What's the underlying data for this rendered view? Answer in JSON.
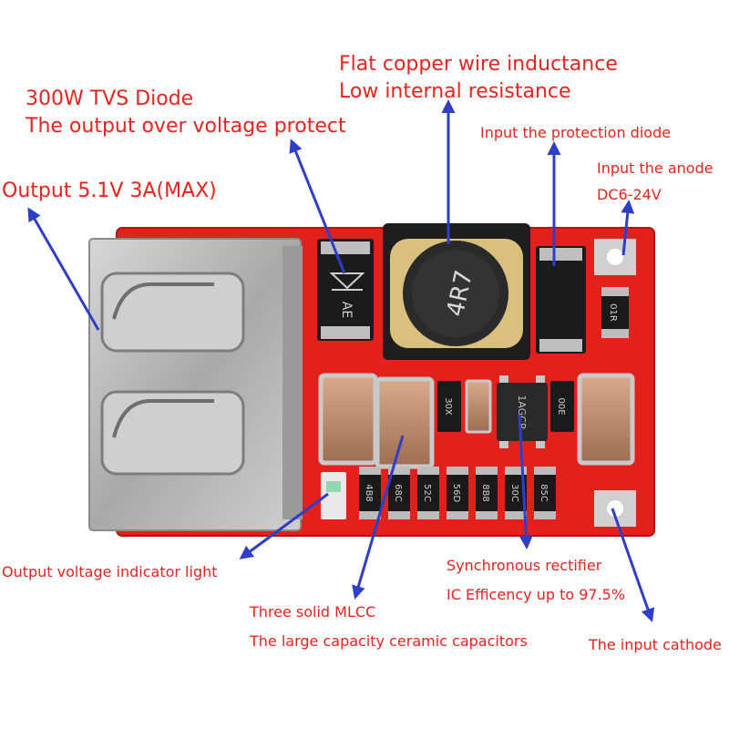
{
  "colors": {
    "annotation_text": "#e8221d",
    "arrow": "#2f3ec9",
    "pcb": "#e3211c",
    "usb_metal": "#b9b9b9",
    "capacitor": "#b8876a",
    "chip": "#2a2a2a"
  },
  "annotations": {
    "tvs_line1": "300W TVS Diode",
    "tvs_line2": "The output over voltage protect",
    "output": "Output 5.1V 3A(MAX)",
    "inductor_line1": "Flat copper wire inductance",
    "inductor_line2": "Low internal resistance",
    "input_protection": "Input the protection diode",
    "input_anode_line1": "Input the anode",
    "input_anode_line2": "DC6-24V",
    "indicator_light": "Output voltage indicator light",
    "mlcc_line1": "Three solid MLCC",
    "mlcc_line2": "The large capacity ceramic capacitors",
    "rectifier_line1": "Synchronous rectifier",
    "rectifier_line2": "IC Efficency up to 97.5%",
    "input_cathode": "The input cathode"
  },
  "component_markings": {
    "inductor": "4R7",
    "tvs_diode": "AE",
    "ic_chip": "1AGCP",
    "chip_left": "30X",
    "chip_right": "00E",
    "resistors": [
      "4B8",
      "68C",
      "52C",
      "56D",
      "8B8",
      "30C",
      "85C"
    ],
    "input_resistor": "01R"
  }
}
